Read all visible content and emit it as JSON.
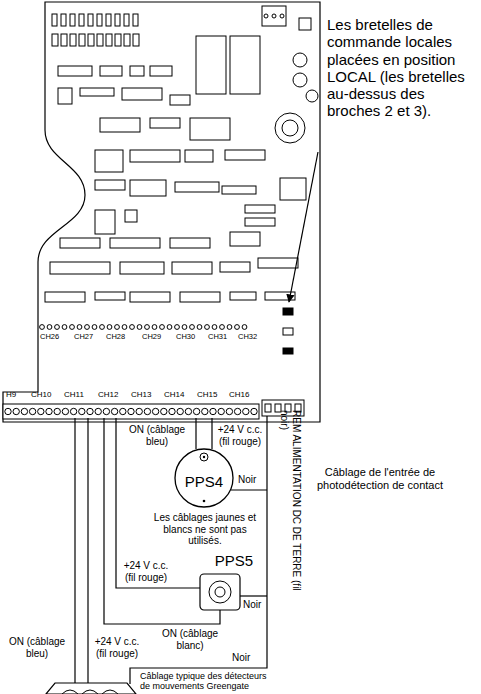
{
  "diagram": {
    "nodes": [
      {
        "text": [
          "PPS4"
        ]
      },
      {
        "text": [
          "PPS5"
        ]
      }
    ],
    "labels": [
      "Les bretelles de commande locales placées en position LOCAL (les bretelles au-dessus des broches 2 et 3).",
      "CH26",
      "CH27",
      "CH28",
      "CH29",
      "CH30",
      "CH31",
      "CH32",
      "H9",
      "CH10",
      "CH11",
      "CH12",
      "CH13",
      "CH14",
      "CH15",
      "CH16",
      "ON (câblage bleu)",
      "+24 V c.c. (fil rouge)",
      "Noir",
      "Les câblages jaunes et blancs ne sont pas utilisés.",
      "REM ALIMENTATION DC DE TERRE (fil noir)",
      "Câblage de l'entrée de photodétection de contact",
      "+24 V c.c. (fil rouge)",
      "ON (câblage blanc)",
      "Noir",
      "ON (câblage bleu)",
      "+24 V c.c. (fil rouge)",
      "Noir",
      "Câblage typique des détecteurs de mouvements Greengate"
    ]
  }
}
